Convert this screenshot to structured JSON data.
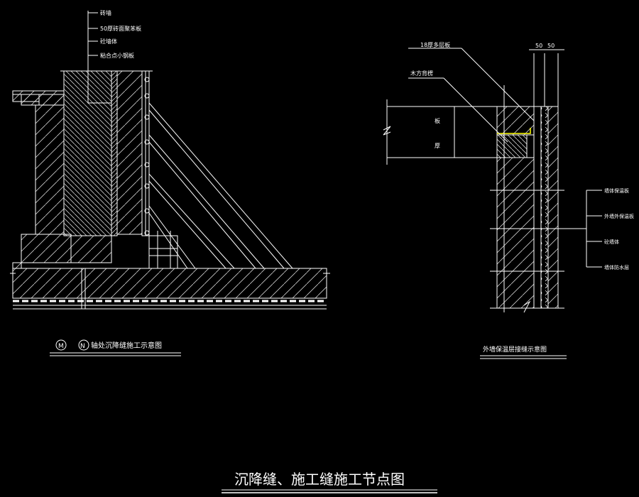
{
  "colors": {
    "background": "#000000",
    "line": "#ffffff",
    "hatch": "#d8d8d8",
    "accent": "#ffff00"
  },
  "left_detail": {
    "labels": {
      "l1": "砖墙",
      "l2": "50厚砖面聚苯板",
      "l3": "砼墙体",
      "l4": "粘合点小钢板"
    },
    "axis_a": "M",
    "axis_b": "N",
    "caption": "轴处沉降缝施工示意图"
  },
  "right_detail": {
    "labels": {
      "t1": "18厚多层板",
      "t2": "木方背楞",
      "slab_a": "板",
      "slab_b": "厚",
      "r1": "墙体保温板",
      "r2": "外墙外保温板",
      "r3": "砼墙体",
      "r4": "墙体防水层"
    },
    "dims": [
      "50",
      "50"
    ],
    "caption": "外墙保温层接缝示意图"
  },
  "sheet_title": "沉降缝、施工缝施工节点图"
}
